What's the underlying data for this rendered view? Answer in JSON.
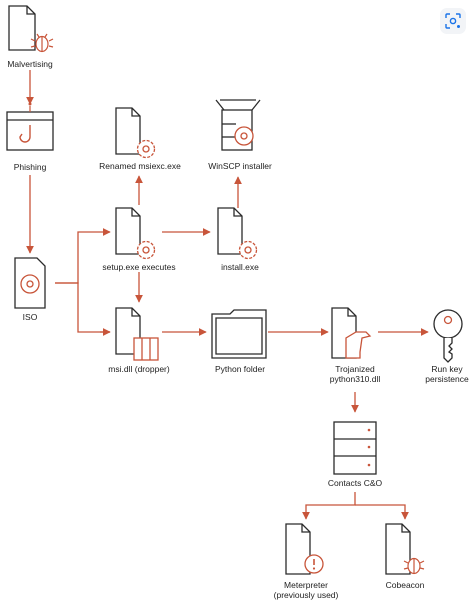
{
  "colors": {
    "accent": "#c8553a",
    "line": "#2b2b2b",
    "arrow": "#c8553a",
    "lens_icon": "#1a73e8"
  },
  "nodes": {
    "malvertising": {
      "label": "Malvertising",
      "icon": "file-bug-icon"
    },
    "phishing": {
      "label": "Phishing",
      "icon": "browser-window-icon"
    },
    "iso": {
      "label": "ISO",
      "icon": "disc-image-icon"
    },
    "renamed_msiexec": {
      "label": "Renamed msiexc.exe",
      "icon": "file-gear-icon"
    },
    "winscp_installer": {
      "label": "WinSCP installer",
      "icon": "installer-box-icon"
    },
    "setup_exe": {
      "label": "setup.exe executes",
      "icon": "file-gear-icon"
    },
    "install_exe": {
      "label": "install.exe",
      "icon": "file-gear-icon"
    },
    "msi_dll": {
      "label": "msi.dll (dropper)",
      "icon": "file-package-icon"
    },
    "python_folder": {
      "label": "Python folder",
      "icon": "folder-icon"
    },
    "trojanized": {
      "label_line1": "Trojanized",
      "label_line2": "python310.dll",
      "icon": "file-trojan-horse-icon"
    },
    "run_key": {
      "label_line1": "Run key",
      "label_line2": "persistence",
      "icon": "key-icon"
    },
    "contacts_cc": {
      "label": "Contacts C&O",
      "icon": "server-icon"
    },
    "meterpreter": {
      "label_line1": "Meterpreter",
      "label_line2": "(previously used)",
      "icon": "file-alert-icon"
    },
    "cobeacon": {
      "label": "Cobeacon",
      "icon": "file-bug-icon"
    }
  },
  "toolbar": {
    "lens_button": "lens-search-icon"
  }
}
